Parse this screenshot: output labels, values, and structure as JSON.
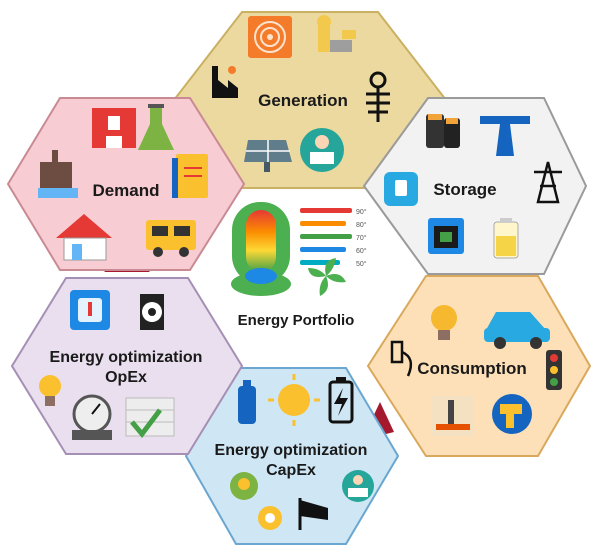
{
  "diagram": {
    "center": {
      "label": "Energy Portfolio"
    },
    "segments": [
      {
        "id": "generation",
        "label": "Generation",
        "fill": "#ecd9a0",
        "stroke": "#c9b062"
      },
      {
        "id": "storage",
        "label": "Storage",
        "fill": "#f2f2f2",
        "stroke": "#9a9a9a"
      },
      {
        "id": "consumption",
        "label": "Consumption",
        "fill": "#fde0b8",
        "stroke": "#d9a85c"
      },
      {
        "id": "capex",
        "label_line1": "Energy optimization",
        "label_line2": "CapEx",
        "fill": "#cfe6f4",
        "stroke": "#6aa6cf"
      },
      {
        "id": "opex",
        "label_line1": "Energy optimization",
        "label_line2": "OpEx",
        "fill": "#e9dfee",
        "stroke": "#a58fb4"
      },
      {
        "id": "demand",
        "label": "Demand",
        "fill": "#f7cdd3",
        "stroke": "#c98a93"
      }
    ],
    "connector_color": "#a4192e",
    "thermometer": {
      "scale_labels": [
        "90°",
        "80°",
        "70°",
        "60°",
        "50°"
      ],
      "bar_colors": [
        "#e53935",
        "#fb8c00",
        "#43a047",
        "#1e88e5",
        "#00acc1"
      ],
      "fan_color": "#4caf50"
    },
    "icons": [
      "radar-icon",
      "power-plant-icon",
      "factory-icon",
      "fish-skeleton-icon",
      "solar-panel-icon",
      "reading-person-icon",
      "batteries-icon",
      "power-pylon-icon",
      "transmission-tower-icon",
      "smartphone-icon",
      "generator-icon",
      "battery-icon",
      "light-bulb-icon",
      "electric-car-icon",
      "plug-icon",
      "traffic-light-icon",
      "oil-rig-icon",
      "drill-icon",
      "gas-cylinder-icon",
      "sun-icon",
      "battery-charging-icon",
      "idea-bulb-icon",
      "recycle-icon",
      "windsock-icon",
      "cpu-thermometer-icon",
      "spool-icon",
      "lamp-icon",
      "stopwatch-icon",
      "checklist-icon",
      "hospital-icon",
      "flask-icon",
      "industry-icon",
      "document-icon",
      "house-icon",
      "truck-icon"
    ]
  }
}
